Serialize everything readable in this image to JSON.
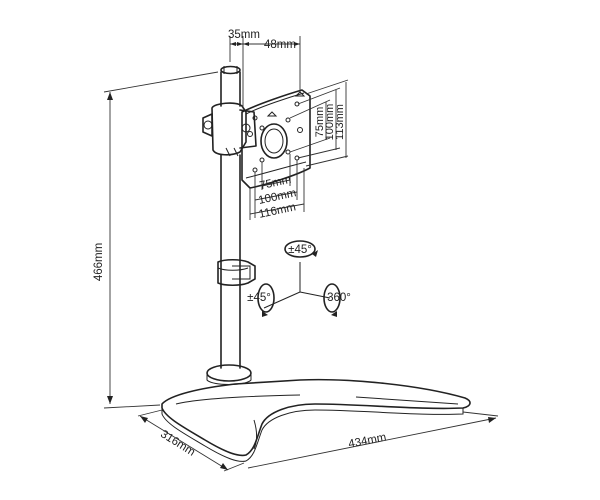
{
  "dimensions": {
    "total_height": "466mm",
    "base_depth": "316mm",
    "base_width": "434mm",
    "pole_offset": "35mm",
    "vesa_horizontal_offset": "48mm",
    "vesa_h_75": "75mm",
    "vesa_h_100": "100mm",
    "vesa_h_116": "116mm",
    "vesa_v_75": "75mm",
    "vesa_v_100": "100mm",
    "vesa_v_113": "113mm"
  },
  "rotation": {
    "tilt": "±45°",
    "swivel": "±45°",
    "rotate": "360°"
  }
}
